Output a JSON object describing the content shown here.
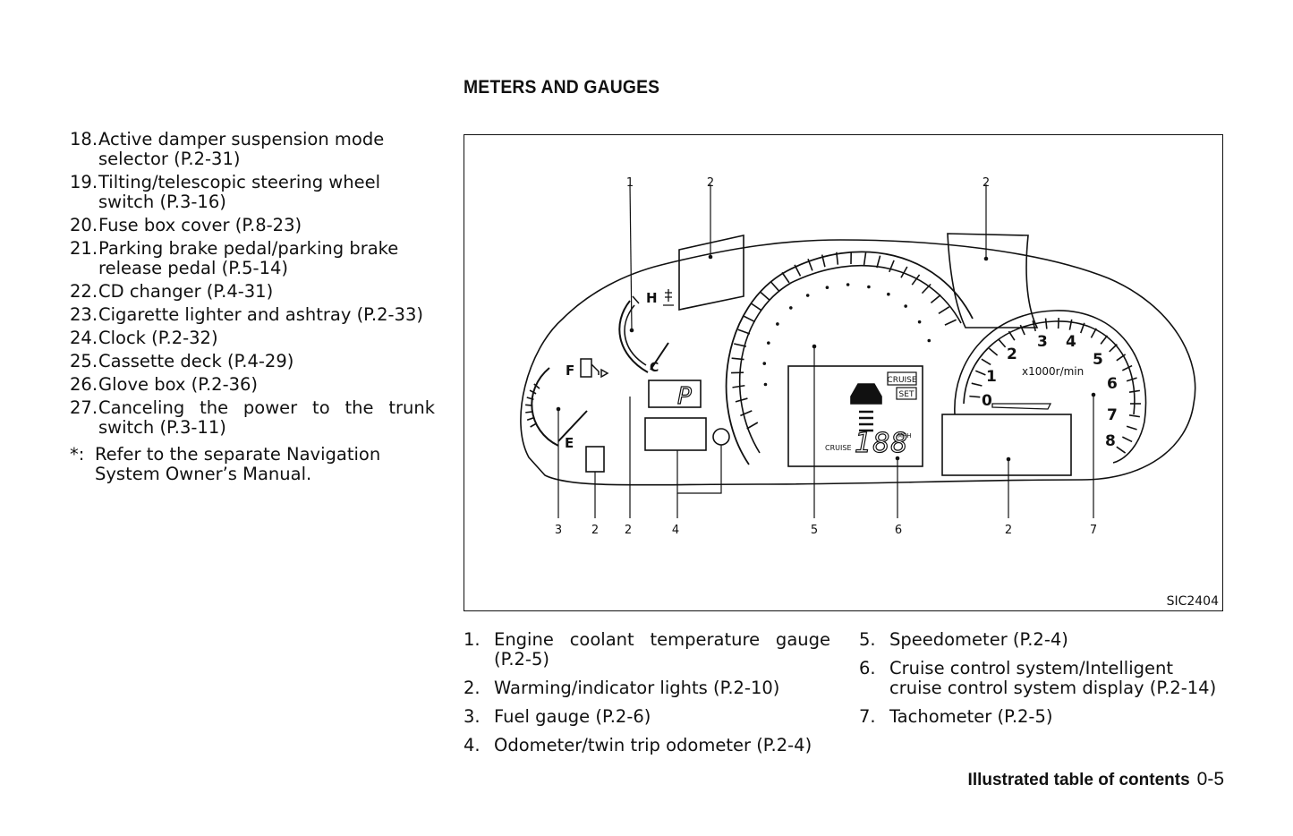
{
  "left_items": [
    {
      "num": "18.",
      "text": "Active damper suspension mode selector (P.2-31)"
    },
    {
      "num": "19.",
      "text": "Tilting/telescopic steering wheel switch (P.3-16)"
    },
    {
      "num": "20.",
      "text": "Fuse box cover (P.8-23)"
    },
    {
      "num": "21.",
      "text": "Parking brake pedal/parking brake release pedal (P.5-14)"
    },
    {
      "num": "22.",
      "text": "CD changer (P.4-31)"
    },
    {
      "num": "23.",
      "text": "Cigarette lighter and ashtray (P.2-33)"
    },
    {
      "num": "24.",
      "text": "Clock (P.2-32)"
    },
    {
      "num": "25.",
      "text": "Cassette deck (P.4-29)"
    },
    {
      "num": "26.",
      "text": "Glove box (P.2-36)"
    },
    {
      "num": "27.",
      "text_line1": "Canceling the power to the trunk",
      "text_line2": "switch (P.3-11)"
    }
  ],
  "note": {
    "mark": "*:",
    "text": "Refer to the separate Navigation System Owner’s Manual."
  },
  "section_title": "METERS AND GAUGES",
  "figure": {
    "code": "SIC2404",
    "callouts_top": [
      "1",
      "2",
      "2"
    ],
    "callouts_bottom": [
      "3",
      "2",
      "2",
      "4",
      "5",
      "6",
      "2",
      "7"
    ],
    "gauge_text": {
      "temp_h": "H",
      "temp_c": "C",
      "fuel_f": "F",
      "fuel_e": "E",
      "gear": "P",
      "cruise_box": "CRUISE",
      "set_box": "SET",
      "cruise_small": "CRUISE",
      "speed_digits": "188",
      "speed_unit": "MPH",
      "tach_unit": "x1000r/min",
      "tach_numbers": [
        "0",
        "1",
        "2",
        "3",
        "4",
        "5",
        "6",
        "7",
        "8"
      ]
    }
  },
  "legend_left": [
    {
      "num": "1.",
      "text_line1": "Engine coolant temperature gauge",
      "text_line2": "(P.2-5)"
    },
    {
      "num": "2.",
      "text": "Warming/indicator lights (P.2-10)"
    },
    {
      "num": "3.",
      "text": "Fuel gauge (P.2-6)"
    },
    {
      "num": "4.",
      "text": "Odometer/twin trip odometer (P.2-4)"
    }
  ],
  "legend_right": [
    {
      "num": "5.",
      "text": "Speedometer (P.2-4)"
    },
    {
      "num": "6.",
      "text": "Cruise control system/Intelligent cruise control system display (P.2-14)"
    },
    {
      "num": "7.",
      "text": "Tachometer (P.2-5)"
    }
  ],
  "footer": {
    "title": "Illustrated table of contents",
    "page": "0-5"
  }
}
